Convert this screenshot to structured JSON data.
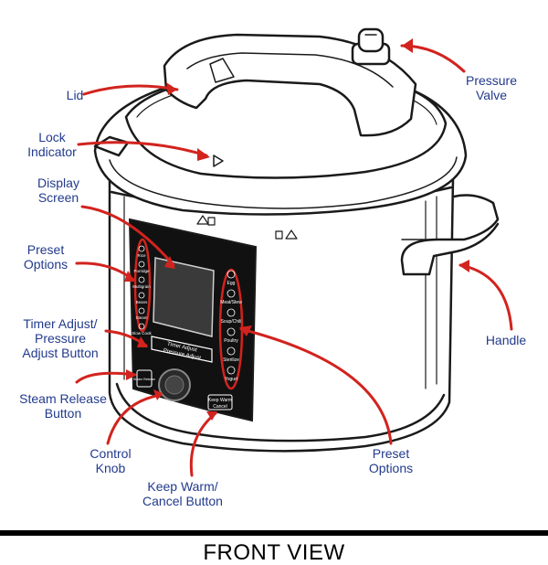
{
  "labels": {
    "lid": "Lid",
    "pressure_valve": "Pressure\nValve",
    "lock_indicator": "Lock\nIndicator",
    "display_screen": "Display\nScreen",
    "preset_options_left": "Preset\nOptions",
    "timer_adjust": "Timer Adjust/\nPressure\nAdjust Button",
    "steam_release": "Steam Release\nButton",
    "control_knob": "Control\nKnob",
    "keep_warm": "Keep Warm/\nCancel Button",
    "preset_options_right": "Preset\nOptions",
    "handle": "Handle"
  },
  "panel": {
    "timer_button_line1": "Timer Adjust",
    "timer_button_line2": "Pressure Adjust",
    "keep_warm_line1": "Keep Warm",
    "keep_warm_line2": "Cancel",
    "steam_button": "Steam Release",
    "left_presets": [
      "Rice",
      "Porridge",
      "Multigrain",
      "Beans",
      "Steam",
      "Slow Cook"
    ],
    "right_presets": [
      "Egg",
      "Meat/Stew",
      "Soup/Chili",
      "Poultry",
      "Sterilize",
      "Yogurt"
    ]
  },
  "footer": {
    "title": "FRONT VIEW"
  },
  "colors": {
    "label": "#223a8c",
    "arrow": "#d2231e",
    "outline": "#1a1a1a",
    "panel": "#111111"
  }
}
